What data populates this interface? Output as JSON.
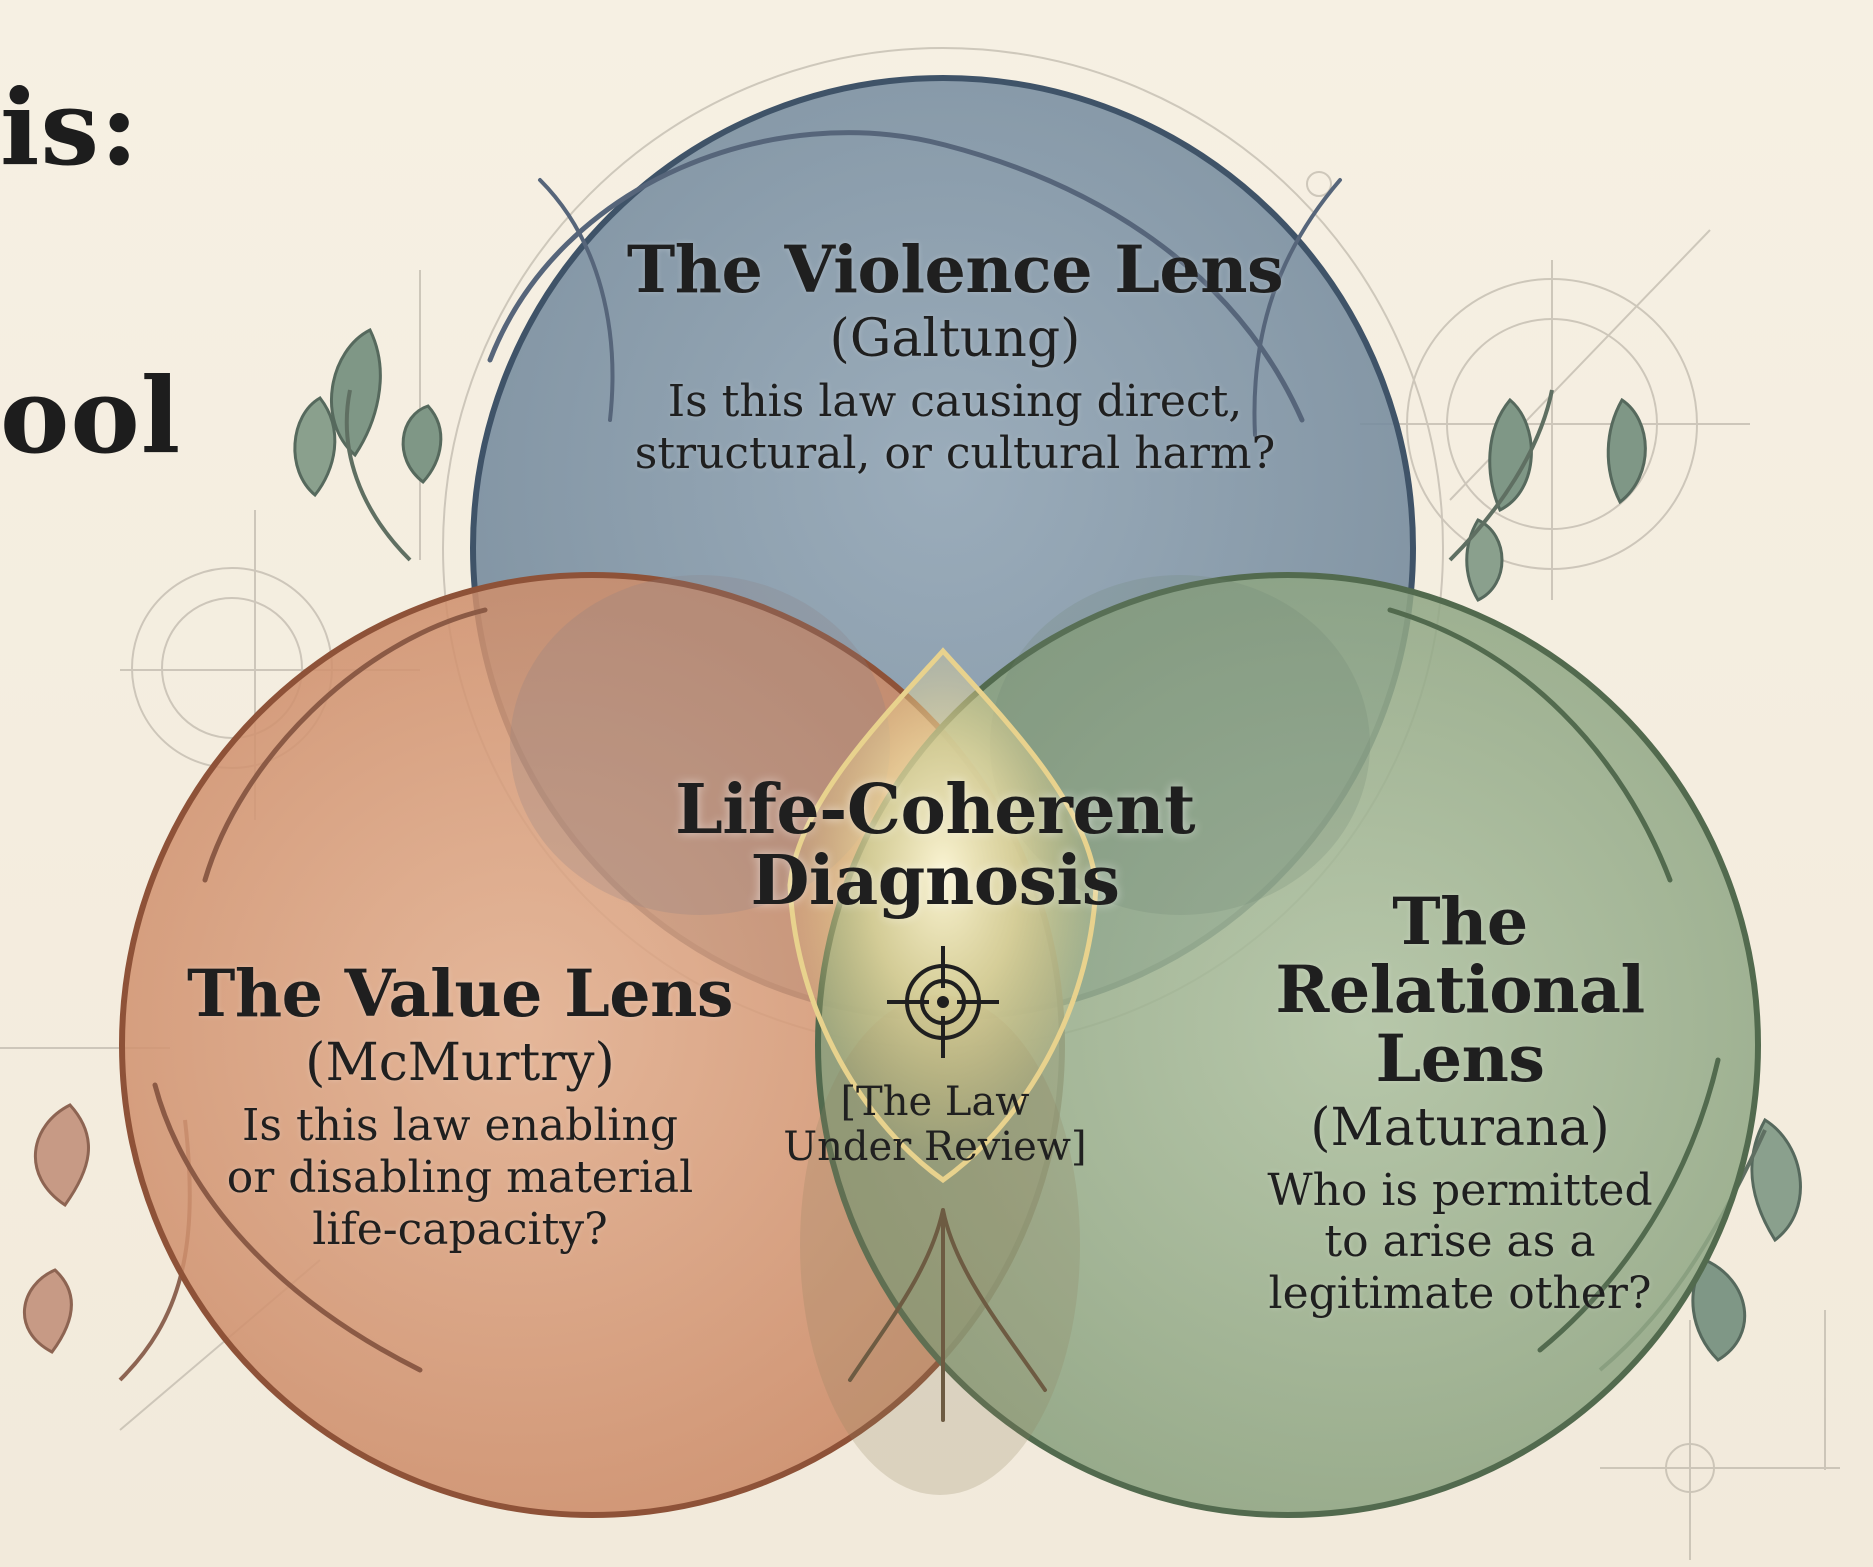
{
  "fragments": {
    "line1": "is:",
    "line2": "ool"
  },
  "circles": {
    "violence": {
      "title": "The Violence Lens",
      "author": "(Galtung)",
      "question": "Is this law causing direct,\nstructural, or cultural harm?",
      "color": "#7e93a4"
    },
    "value": {
      "title": "The Value Lens",
      "author": "(McMurtry)",
      "question": "Is this law enabling\nor disabling material\nlife-capacity?",
      "color": "#d99c7a"
    },
    "relational": {
      "title": "The\nRelational Lens",
      "author": "(Maturana)",
      "question": "Who is permitted\nto arise as a\nlegitimate other?",
      "color": "#9fb493"
    }
  },
  "center": {
    "title": "Life-Coherent\nDiagnosis",
    "subtitle": "[The Law\nUnder Review]",
    "icon": "target-icon",
    "glow_color": "#f7e7a8"
  },
  "decorations": {
    "leaf_color": "#76907a",
    "vine_color": "#5f6f62"
  }
}
